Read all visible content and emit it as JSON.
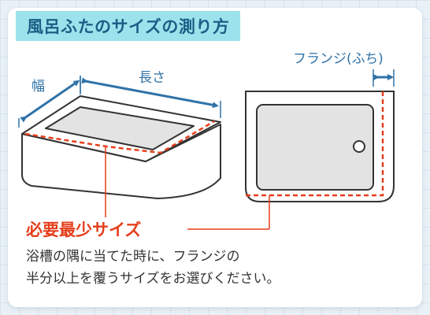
{
  "title": "風呂ふたのサイズの測り方",
  "labels": {
    "width": "幅",
    "length": "長さ",
    "flange": "フランジ(ふち)"
  },
  "min_size": "必要最少サイズ",
  "description": [
    "浴槽の隅に当てた時に、フランジの",
    "半分以上を覆うサイズをお選びください。"
  ],
  "colors": {
    "accent_blue": "#2f72a8",
    "accent_red": "#e63e1b",
    "title_bg": "#9ce2ec",
    "title_text": "#1a5f86"
  }
}
